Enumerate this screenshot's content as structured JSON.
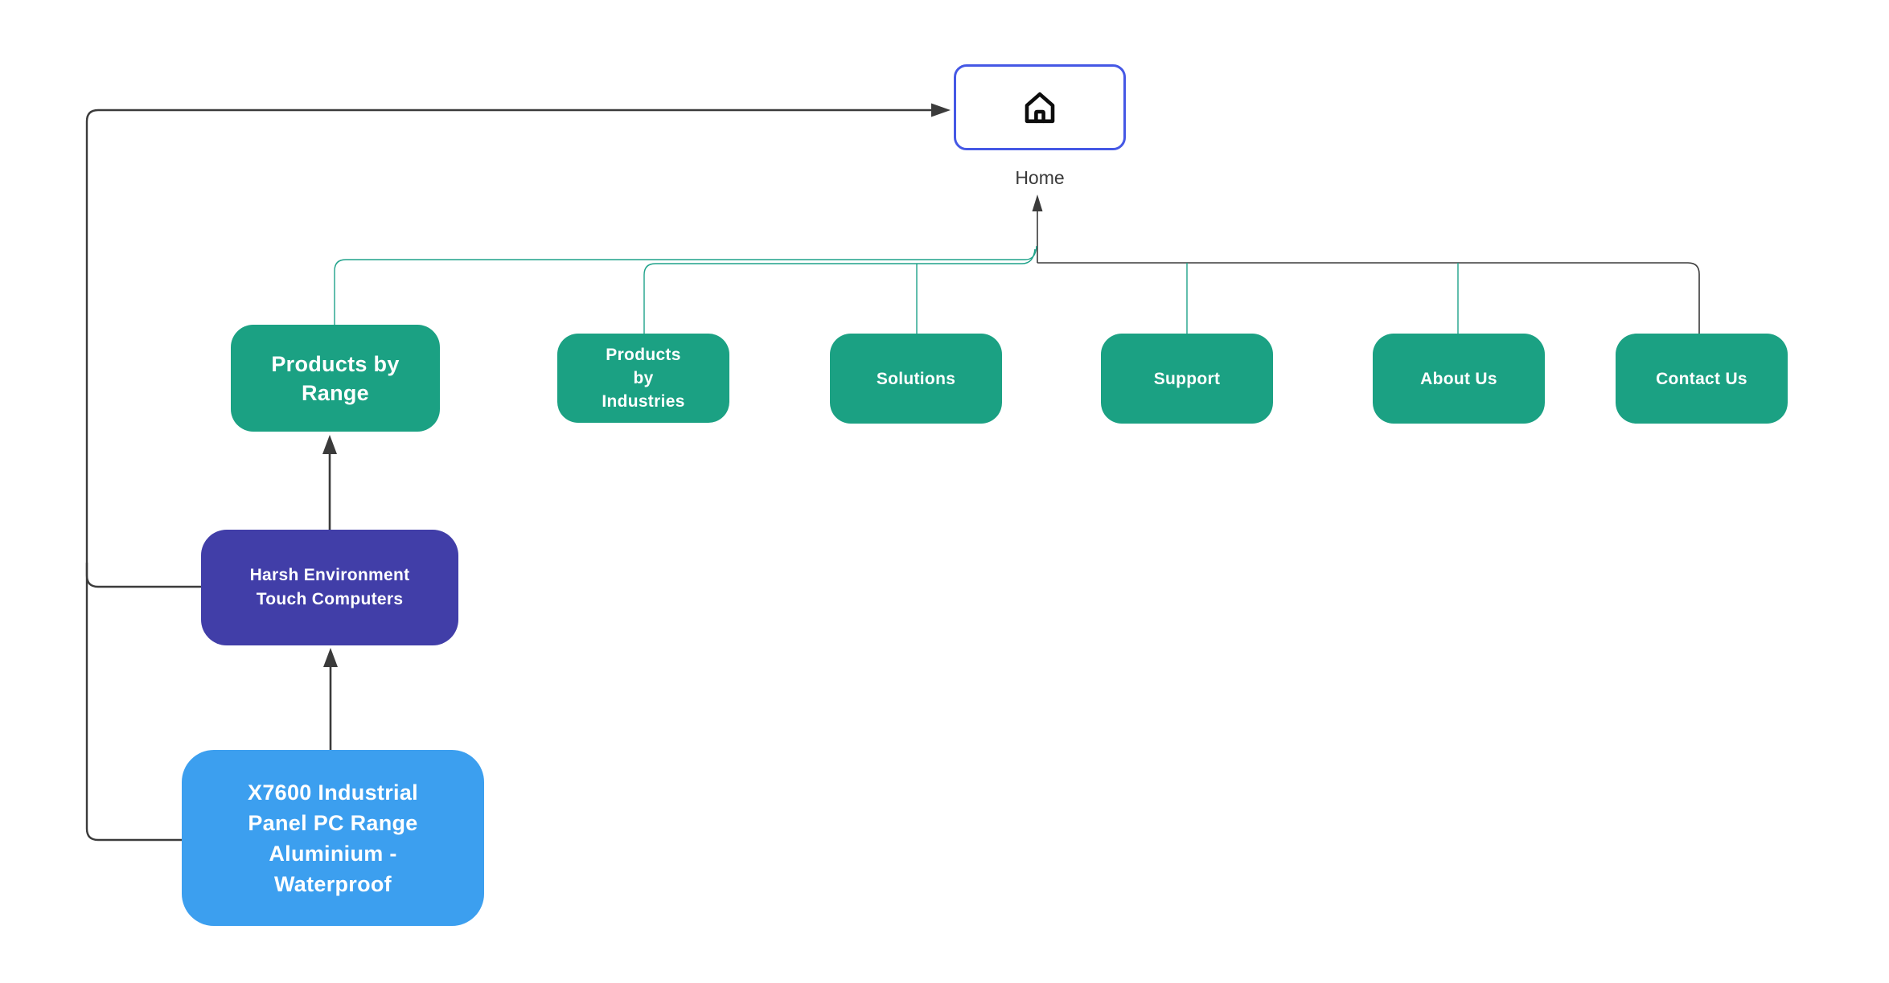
{
  "colors": {
    "node_green": "#1BA183",
    "node_indigo": "#413EA8",
    "node_blue": "#3C9FEF",
    "node_text": "#FFFFFF",
    "home_fill": "#FFFFFF",
    "home_border": "#4558E5",
    "edge_dark": "#3B3B3B",
    "edge_teal": "#1FA28A",
    "label_dark": "#3A3A3A",
    "icon_black": "#0D0D0D"
  },
  "nodes": {
    "home": {
      "label": "Home",
      "icon": "home-icon"
    },
    "level1": [
      {
        "id": "products-by-range",
        "label": "Products by\nRange"
      },
      {
        "id": "products-by-industries",
        "label": "Products\nby\nIndustries"
      },
      {
        "id": "solutions",
        "label": "Solutions"
      },
      {
        "id": "support",
        "label": "Support"
      },
      {
        "id": "about-us",
        "label": "About Us"
      },
      {
        "id": "contact-us",
        "label": "Contact Us"
      }
    ],
    "level2": {
      "id": "harsh-environment-touch-computers",
      "label": "Harsh Environment\nTouch Computers"
    },
    "level3": {
      "id": "x7600-industrial-panel-pc-range",
      "label": "X7600 Industrial\nPanel PC Range\nAluminium -\nWaterproof"
    }
  }
}
